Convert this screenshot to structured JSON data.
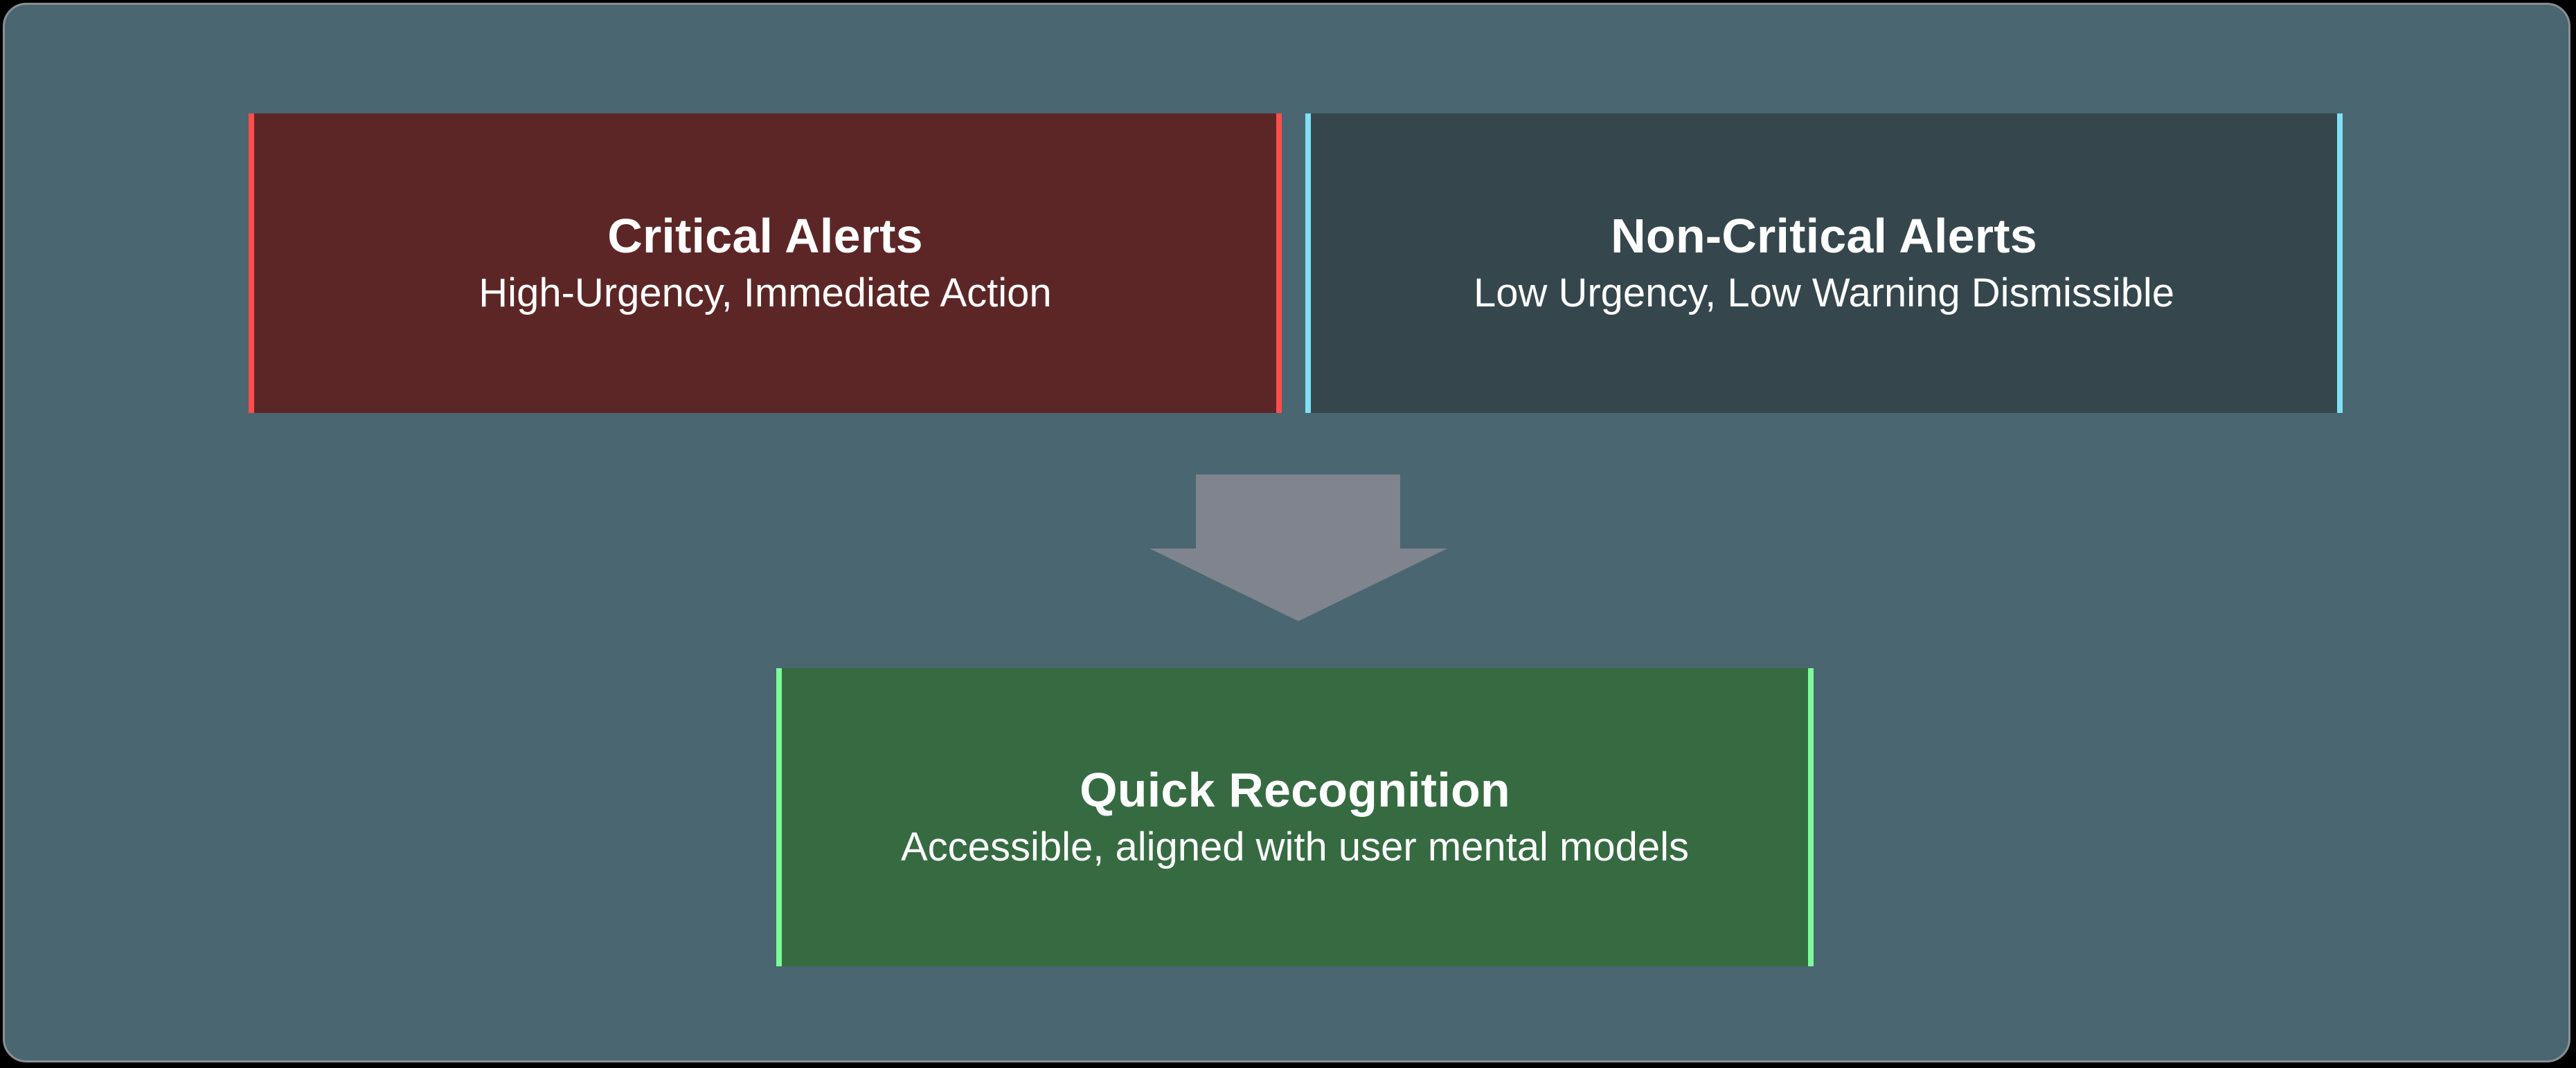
{
  "canvas": {
    "background_color": "#4a6670",
    "border_color": "#8a8f94"
  },
  "diagram_data": {
    "type": "flowchart",
    "orientation": "two-to-one-converging",
    "nodes": [
      {
        "id": "critical-alerts",
        "title": "Critical Alerts",
        "subtitle": "High-Urgency, Immediate Action",
        "fill_color": "#5d2626",
        "accent_color": "#ff4d4d",
        "text_color": "#ffffff",
        "row": "top",
        "column": "left"
      },
      {
        "id": "non-critical-alerts",
        "title": "Non-Critical Alerts",
        "subtitle": "Low Urgency, Low Warning Dismissible",
        "fill_color": "#35474d",
        "accent_color": "#7fe0f5",
        "text_color": "#ffffff",
        "row": "top",
        "column": "right"
      },
      {
        "id": "quick-recognition",
        "title": "Quick Recognition",
        "subtitle": "Accessible, aligned with user mental models",
        "fill_color": "#366b42",
        "accent_color": "#7dfa9b",
        "text_color": "#ffffff",
        "row": "bottom",
        "column": "center"
      }
    ],
    "connectors": [
      {
        "id": "down-arrow",
        "icon": "arrow-down-icon",
        "from": [
          "critical-alerts",
          "non-critical-alerts"
        ],
        "to": "quick-recognition",
        "color": "#80848e",
        "direction": "down"
      }
    ]
  },
  "nodes": {
    "critical": {
      "title": "Critical Alerts",
      "subtitle": "High-Urgency, Immediate Action"
    },
    "noncritical": {
      "title": "Non-Critical Alerts",
      "subtitle": "Low Urgency, Low Warning Dismissible"
    },
    "outcome": {
      "title": "Quick Recognition",
      "subtitle": "Accessible, aligned with user mental models"
    }
  }
}
